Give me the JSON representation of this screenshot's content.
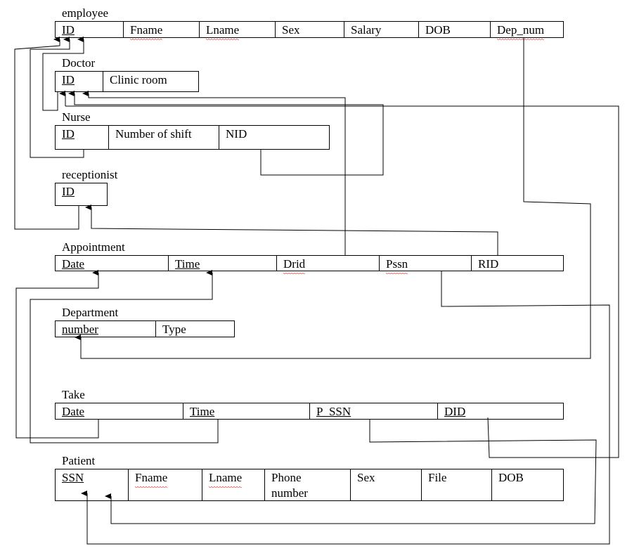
{
  "tables": {
    "employee": {
      "title": "employee",
      "cols": [
        "ID",
        "Fname",
        "Lname",
        "Sex",
        "Salary",
        "DOB",
        "Dep_num"
      ]
    },
    "doctor": {
      "title": "Doctor",
      "cols": [
        "ID",
        "Clinic room"
      ]
    },
    "nurse": {
      "title": "Nurse",
      "cols": [
        "ID",
        "Number of shift",
        "NID"
      ]
    },
    "receptionist": {
      "title": "receptionist",
      "cols": [
        "ID"
      ]
    },
    "appointment": {
      "title": "Appointment",
      "cols": [
        "Date",
        "Time",
        "Drid",
        "Pssn",
        "RID"
      ]
    },
    "department": {
      "title": "Department",
      "cols": [
        "number",
        "Type"
      ]
    },
    "take": {
      "title": "Take",
      "cols": [
        "Date",
        "Time",
        "P_SSN",
        "DID"
      ]
    },
    "patient": {
      "title": "Patient",
      "cols": [
        "SSN",
        "Fname",
        "Lname",
        "Phone number",
        "Sex",
        "File",
        "DOB"
      ]
    }
  }
}
